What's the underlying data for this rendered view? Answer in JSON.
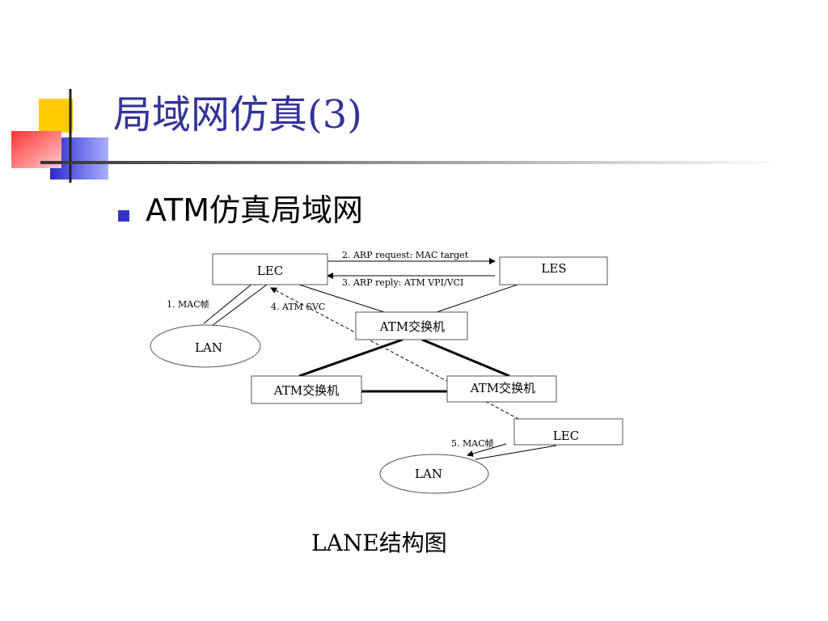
{
  "slide": {
    "title": "局域网仿真(3)",
    "bullet": "ATM仿真局域网",
    "caption": "LANE结构图"
  },
  "diagram": {
    "nodes": {
      "lec_top": "LEC",
      "les": "LES",
      "lan_left": "LAN",
      "switch_center": "ATM交换机",
      "switch_left": "ATM交换机",
      "switch_right": "ATM交换机",
      "lec_bottom": "LEC",
      "lan_bottom": "LAN"
    },
    "messages": {
      "step1": "1. MAC帧",
      "step2": "2. ARP request: MAC target",
      "step3": "3. ARP  reply: ATM VPI/VCI",
      "step4": "4. ATM SVC",
      "step5": "5. MAC帧"
    }
  },
  "colors": {
    "title": "#33339a",
    "bullet": "#3333cc",
    "deco_yellow": "#ffcc00",
    "deco_red": "#ff4d4d",
    "deco_blue": "#3333cc"
  }
}
